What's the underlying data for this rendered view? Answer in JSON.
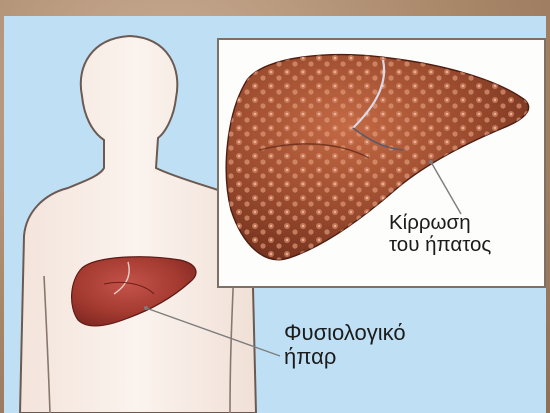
{
  "labels": {
    "cirrhosis": [
      "Κίρρωση",
      "του ήπατος"
    ],
    "normal_liver": [
      "Φυσιολογικό",
      "ήπαρ"
    ]
  },
  "colors": {
    "background": "#bfe0f4",
    "skin": "#f7ece5",
    "outline": "#6c5a52",
    "normal_liver": "#a33a30",
    "cirrhotic_liver": "#9a4b2e",
    "frame": "#a98a72"
  }
}
